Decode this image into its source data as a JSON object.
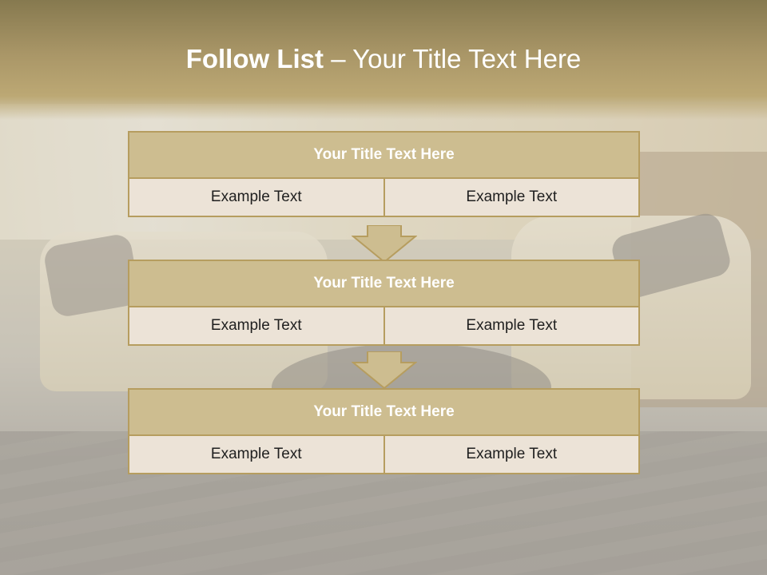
{
  "slide": {
    "title_bold": "Follow List",
    "title_rest": " – Your Title Text Here"
  },
  "blocks": [
    {
      "title": "Your Title Text Here",
      "left": "Example Text",
      "right": "Example Text"
    },
    {
      "title": "Your Title Text Here",
      "left": "Example Text",
      "right": "Example Text"
    },
    {
      "title": "Your Title Text Here",
      "left": "Example Text",
      "right": "Example Text"
    }
  ],
  "colors": {
    "header_band": "#a99667",
    "block_border": "#b69d5f",
    "block_header": "#cdbd90",
    "cell_bg": "#ece3d7",
    "title_text": "#ffffff"
  },
  "icons": [
    "down-arrow-icon",
    "down-arrow-icon"
  ]
}
